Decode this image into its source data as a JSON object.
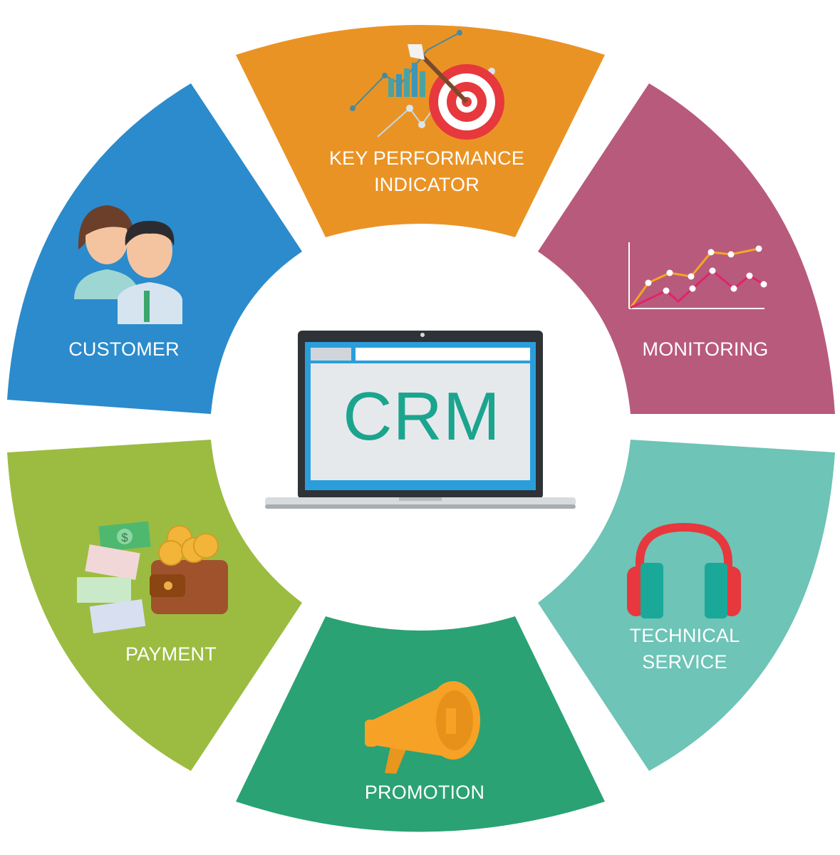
{
  "center": {
    "title": "CRM"
  },
  "segments": [
    {
      "id": "kpi",
      "lines": [
        "KEY PERFORMANCE",
        "INDICATOR"
      ],
      "color": "#ea9325",
      "icon": "target-chart-icon"
    },
    {
      "id": "monitoring",
      "lines": [
        "MONITORING"
      ],
      "color": "#b85a7c",
      "icon": "line-chart-icon"
    },
    {
      "id": "technical",
      "lines": [
        "TECHNICAL",
        "SERVICE"
      ],
      "color": "#6dc4b7",
      "icon": "headphones-icon"
    },
    {
      "id": "promotion",
      "lines": [
        "PROMOTION"
      ],
      "color": "#2aa274",
      "icon": "megaphone-icon"
    },
    {
      "id": "payment",
      "lines": [
        "PAYMENT"
      ],
      "color": "#9bbc41",
      "icon": "wallet-money-icon"
    },
    {
      "id": "customer",
      "lines": [
        "CUSTOMER"
      ],
      "color": "#2b8bcc",
      "icon": "users-icon"
    }
  ]
}
